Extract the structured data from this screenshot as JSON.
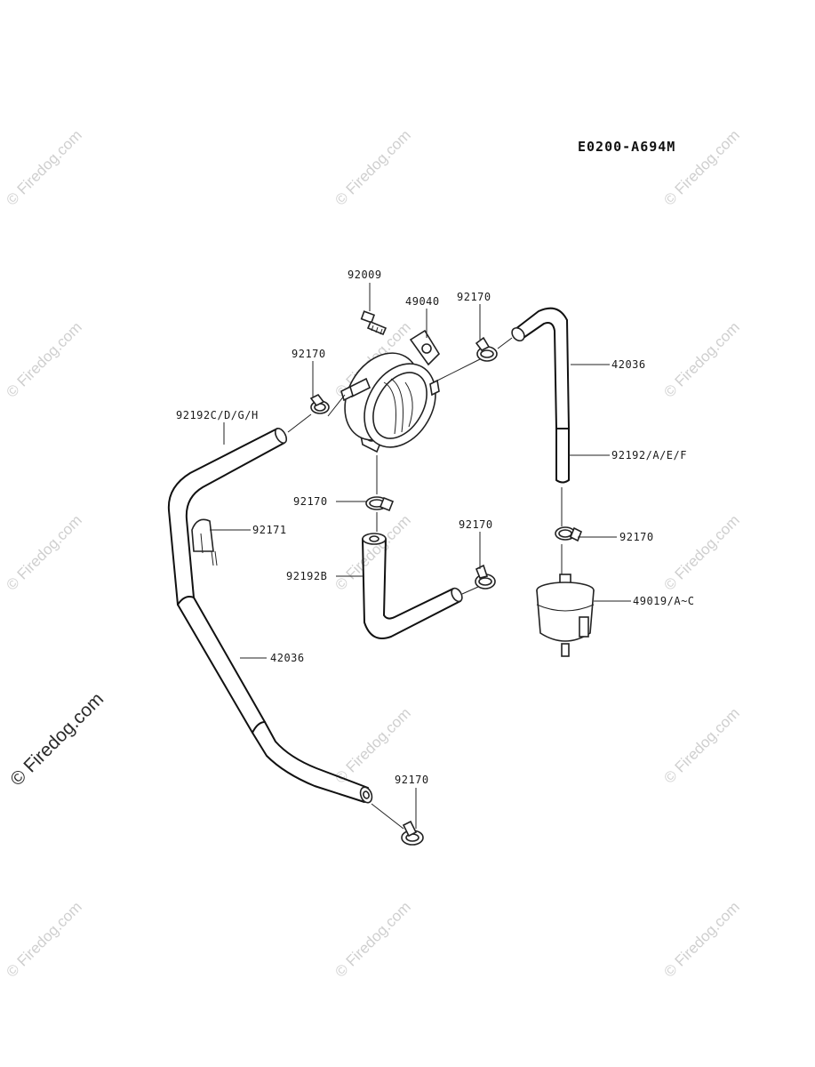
{
  "diagram_code": "E0200-A694M",
  "watermark": {
    "text": "© Firedog.com"
  },
  "callouts": [
    {
      "id": "bolt",
      "label": "92009"
    },
    {
      "id": "fuel-pump",
      "label": "49040"
    },
    {
      "id": "clamp-pump-right",
      "label": "92170"
    },
    {
      "id": "clamp-pump-left",
      "label": "92170"
    },
    {
      "id": "hose-long-top",
      "label": "92192C/D/G/H"
    },
    {
      "id": "hose-right-top",
      "label": "42036"
    },
    {
      "id": "hose-right-sleeve",
      "label": "92192/A/E/F"
    },
    {
      "id": "clamp-pump-bottom",
      "label": "92170"
    },
    {
      "id": "clip",
      "label": "92171"
    },
    {
      "id": "clamp-hose-b",
      "label": "92170"
    },
    {
      "id": "clamp-filter",
      "label": "92170"
    },
    {
      "id": "hose-b",
      "label": "92192B"
    },
    {
      "id": "fuel-filter",
      "label": "49019/A~C"
    },
    {
      "id": "hose-long-sleeve",
      "label": "42036"
    },
    {
      "id": "clamp-bottom",
      "label": "92170"
    }
  ]
}
